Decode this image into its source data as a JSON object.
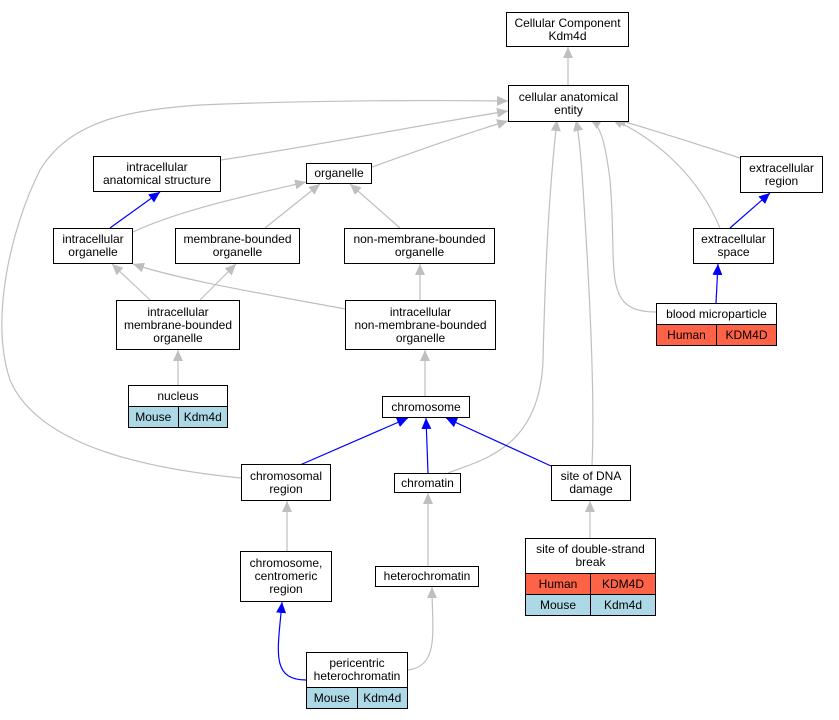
{
  "colors": {
    "edge_gray": "#bfbfbf",
    "edge_blue": "#0000ff",
    "human": "#ff6347",
    "mouse": "#add8e6"
  },
  "nodes": {
    "cc_kdm4d": {
      "label": "Cellular Component\nKdm4d"
    },
    "cellular_anatomical_entity": {
      "label": "cellular anatomical\nentity"
    },
    "intracellular_anatomical_structure": {
      "label": "intracellular\nanatomical structure"
    },
    "organelle": {
      "label": "organelle"
    },
    "extracellular_region": {
      "label": "extracellular\nregion"
    },
    "intracellular_organelle": {
      "label": "intracellular\norganelle"
    },
    "membrane_bounded_organelle": {
      "label": "membrane-bounded\norganelle"
    },
    "non_membrane_bounded_organelle": {
      "label": "non-membrane-bounded\norganelle"
    },
    "extracellular_space": {
      "label": "extracellular\nspace"
    },
    "intracellular_membrane_bounded_organelle": {
      "label": "intracellular\nmembrane-bounded\norganelle"
    },
    "intracellular_non_membrane_bounded_organelle": {
      "label": "intracellular\nnon-membrane-bounded\norganelle"
    },
    "blood_microparticle": {
      "label": "blood microparticle",
      "rows": [
        [
          "Human",
          "KDM4D"
        ]
      ]
    },
    "nucleus": {
      "label": "nucleus",
      "rows": [
        [
          "Mouse",
          "Kdm4d"
        ]
      ]
    },
    "chromosome": {
      "label": "chromosome"
    },
    "chromosomal_region": {
      "label": "chromosomal\nregion"
    },
    "chromatin": {
      "label": "chromatin"
    },
    "site_of_dna_damage": {
      "label": "site of DNA\ndamage"
    },
    "site_of_double_strand_break": {
      "label": "site of double-strand\nbreak",
      "rows": [
        [
          "Human",
          "KDM4D"
        ],
        [
          "Mouse",
          "Kdm4d"
        ]
      ]
    },
    "chromosome_centromeric_region": {
      "label": "chromosome,\ncentromeric\nregion"
    },
    "heterochromatin": {
      "label": "heterochromatin"
    },
    "pericentric_heterochromatin": {
      "label": "pericentric\nheterochromatin",
      "rows": [
        [
          "Mouse",
          "Kdm4d"
        ]
      ]
    }
  },
  "edges": [
    {
      "from": "cellular_anatomical_entity",
      "to": "cc_kdm4d",
      "color": "gray"
    },
    {
      "from": "intracellular_anatomical_structure",
      "to": "cellular_anatomical_entity",
      "color": "gray"
    },
    {
      "from": "organelle",
      "to": "cellular_anatomical_entity",
      "color": "gray"
    },
    {
      "from": "extracellular_region",
      "to": "cellular_anatomical_entity",
      "color": "gray"
    },
    {
      "from": "intracellular_organelle",
      "to": "intracellular_anatomical_structure",
      "color": "blue"
    },
    {
      "from": "intracellular_organelle",
      "to": "organelle",
      "color": "gray"
    },
    {
      "from": "membrane_bounded_organelle",
      "to": "organelle",
      "color": "gray"
    },
    {
      "from": "non_membrane_bounded_organelle",
      "to": "organelle",
      "color": "gray"
    },
    {
      "from": "extracellular_space",
      "to": "extracellular_region",
      "color": "blue"
    },
    {
      "from": "extracellular_space",
      "to": "cellular_anatomical_entity",
      "color": "gray"
    },
    {
      "from": "intracellular_membrane_bounded_organelle",
      "to": "intracellular_organelle",
      "color": "gray"
    },
    {
      "from": "intracellular_membrane_bounded_organelle",
      "to": "membrane_bounded_organelle",
      "color": "gray"
    },
    {
      "from": "intracellular_non_membrane_bounded_organelle",
      "to": "intracellular_organelle",
      "color": "gray"
    },
    {
      "from": "intracellular_non_membrane_bounded_organelle",
      "to": "non_membrane_bounded_organelle",
      "color": "gray"
    },
    {
      "from": "blood_microparticle",
      "to": "extracellular_space",
      "color": "blue"
    },
    {
      "from": "blood_microparticle",
      "to": "cellular_anatomical_entity",
      "color": "gray"
    },
    {
      "from": "nucleus",
      "to": "intracellular_membrane_bounded_organelle",
      "color": "gray"
    },
    {
      "from": "chromosome",
      "to": "intracellular_non_membrane_bounded_organelle",
      "color": "gray"
    },
    {
      "from": "chromosomal_region",
      "to": "chromosome",
      "color": "blue"
    },
    {
      "from": "chromosomal_region",
      "to": "cellular_anatomical_entity",
      "color": "gray"
    },
    {
      "from": "chromatin",
      "to": "chromosome",
      "color": "blue"
    },
    {
      "from": "chromatin",
      "to": "cellular_anatomical_entity",
      "color": "gray"
    },
    {
      "from": "site_of_dna_damage",
      "to": "chromosome",
      "color": "blue"
    },
    {
      "from": "site_of_dna_damage",
      "to": "cellular_anatomical_entity",
      "color": "gray"
    },
    {
      "from": "site_of_double_strand_break",
      "to": "site_of_dna_damage",
      "color": "gray"
    },
    {
      "from": "chromosome_centromeric_region",
      "to": "chromosomal_region",
      "color": "gray"
    },
    {
      "from": "heterochromatin",
      "to": "chromatin",
      "color": "gray"
    },
    {
      "from": "pericentric_heterochromatin",
      "to": "chromosome_centromeric_region",
      "color": "blue"
    },
    {
      "from": "pericentric_heterochromatin",
      "to": "heterochromatin",
      "color": "gray"
    }
  ]
}
